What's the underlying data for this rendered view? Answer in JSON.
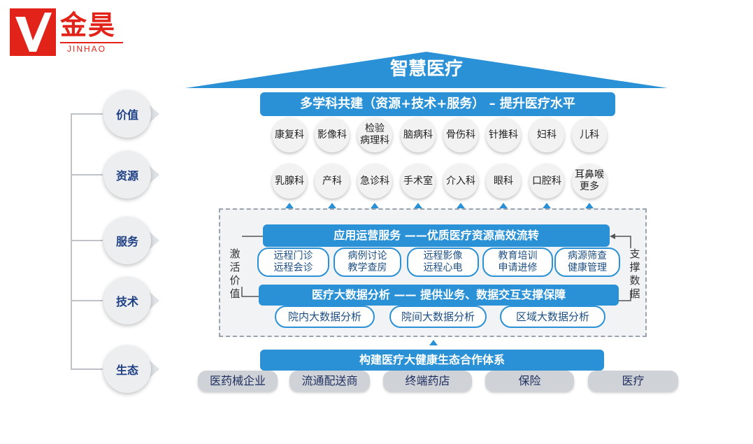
{
  "logo": {
    "cn": "金昊",
    "en": "JINHAO"
  },
  "roof_title": "智慧医疗",
  "banner_top": "多学科共建（资源+技术+服务） – 提升医疗水平",
  "departments_row1": [
    "康复科",
    "影像科",
    "检验\n病理科",
    "脑病科",
    "骨伤科",
    "针推科",
    "妇科",
    "儿科"
  ],
  "departments_row2": [
    "乳腺科",
    "产科",
    "急诊科",
    "手术室",
    "介入科",
    "眼科",
    "口腔科",
    "耳鼻喉\n更多"
  ],
  "service_banner": "应用运营服务 ——优质医疗资源高效流转",
  "service_items": [
    "远程门诊\n远程会诊",
    "病例讨论\n教学查房",
    "远程影像\n远程心电",
    "教育培训\n申请进修",
    "病源筛查\n健康管理"
  ],
  "tech_banner": "医疗大数据分析 —— 提供业务、数据交互支撑保障",
  "tech_items": [
    "院内大数据分析",
    "院间大数据分析",
    "区域大数据分析"
  ],
  "left_side_label": "激活价值",
  "right_side_label": "支撑数据",
  "eco_banner": "构建医疗大健康生态合作体系",
  "eco_items": [
    "医药械企业",
    "流通配送商",
    "终端药店",
    "保险",
    "医疗"
  ],
  "left_levels": [
    "价值",
    "资源",
    "服务",
    "技术",
    "生态"
  ],
  "colors": {
    "brand_red": "#e2231a",
    "primary_blue": "#2a91d6",
    "label_blue": "#1f3f85"
  }
}
